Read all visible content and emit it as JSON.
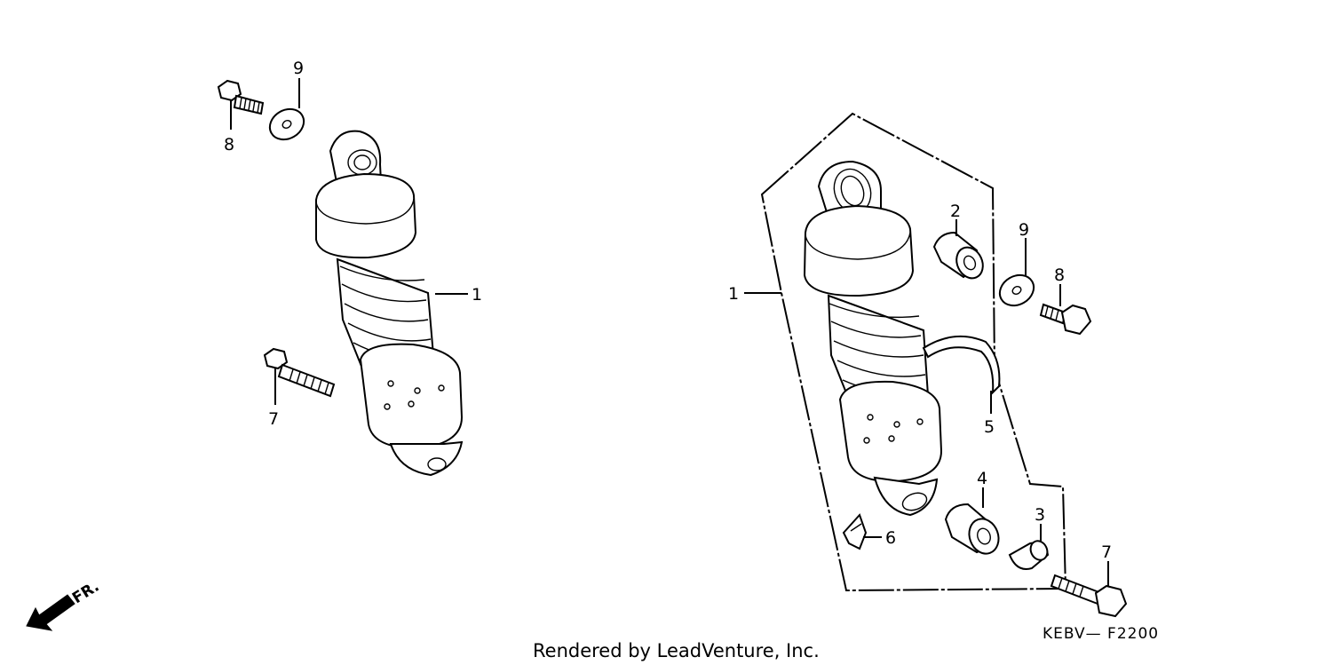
{
  "callouts": {
    "left_9": "9",
    "left_8": "8",
    "left_1": "1",
    "left_7": "7",
    "right_1": "1",
    "right_2": "2",
    "right_9": "9",
    "right_8": "8",
    "right_5": "5",
    "right_4": "4",
    "right_3": "3",
    "right_6": "6",
    "right_7": "7"
  },
  "direction_label": "FR.",
  "diagram_code": "KEBV— F2200",
  "credit": "Rendered by LeadVenture, Inc.",
  "icons": {
    "front_arrow": "arrow-down-left-icon"
  }
}
